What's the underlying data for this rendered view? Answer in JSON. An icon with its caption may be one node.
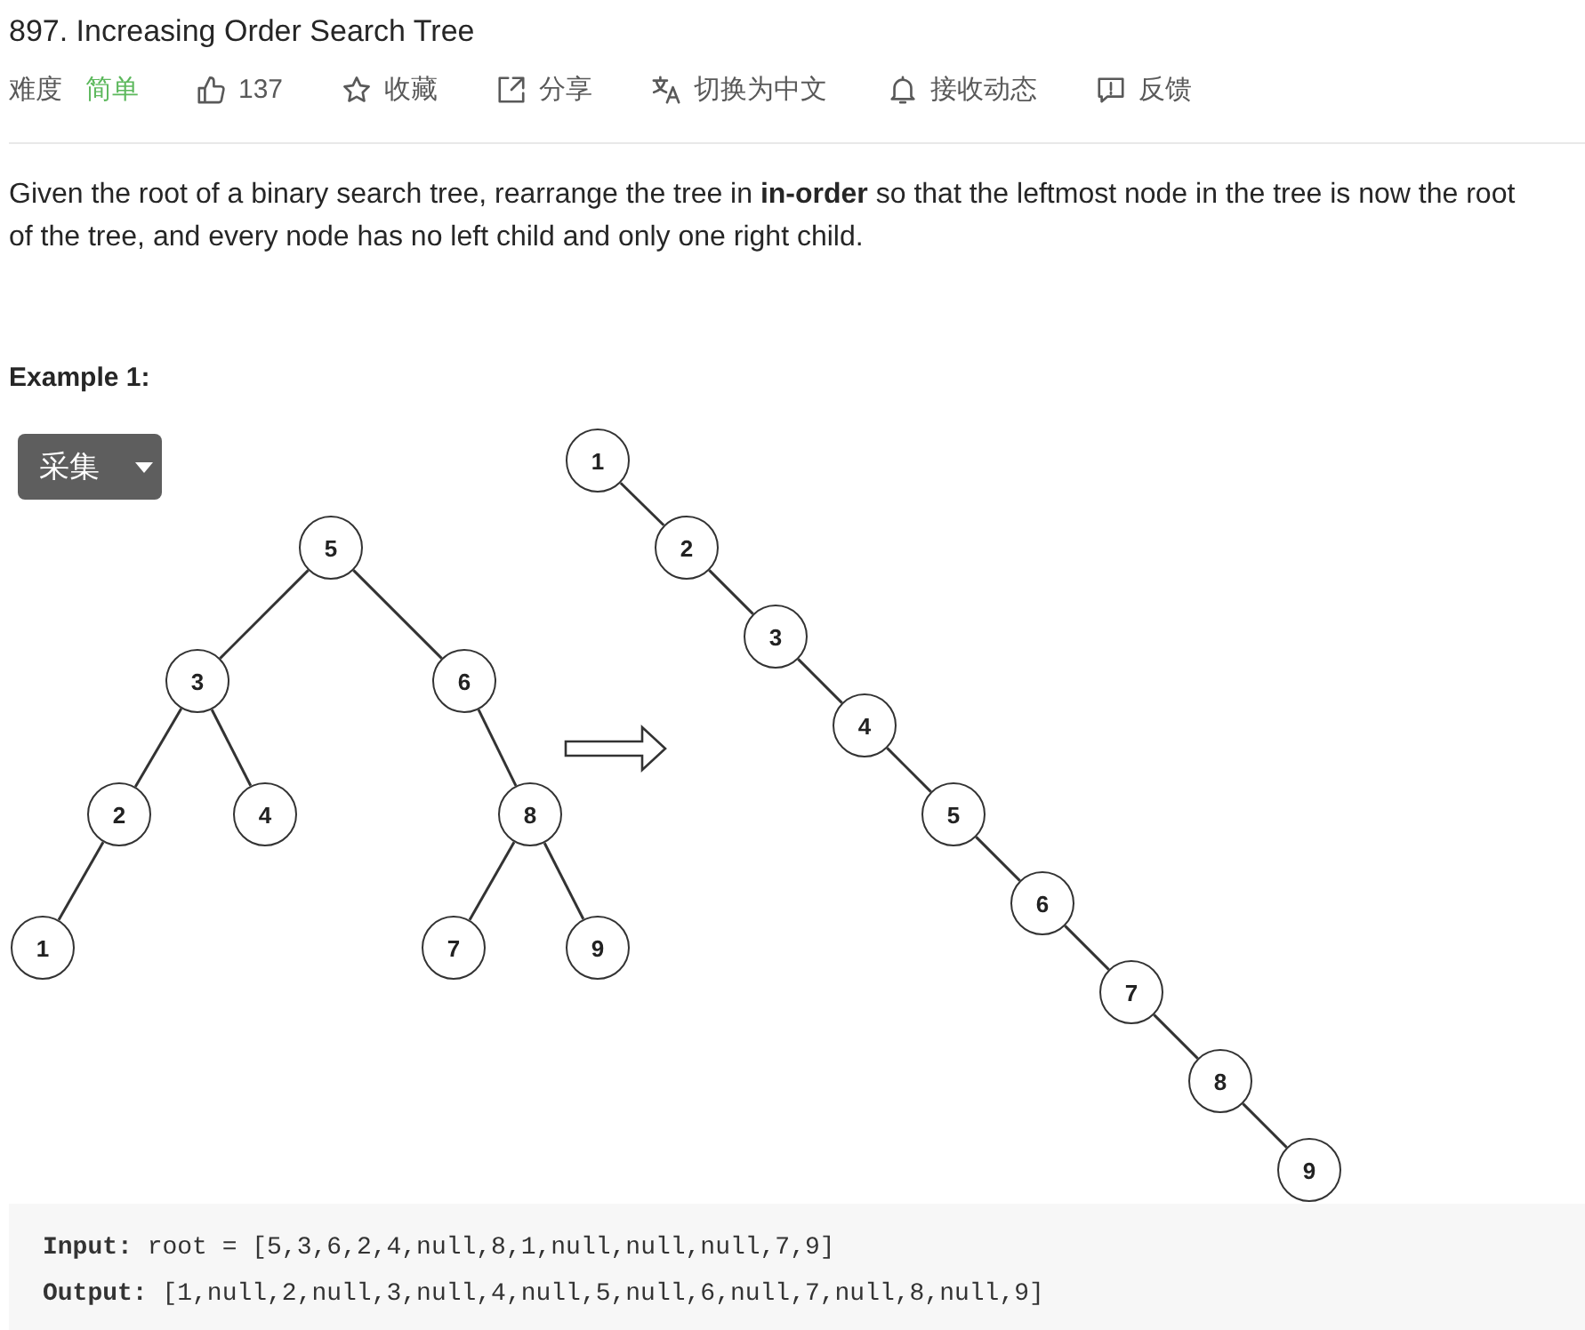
{
  "diagram": {
    "title": "897. Increasing Order Search Tree",
    "nodes": [
      {
        "text": [
          "5"
        ]
      },
      {
        "text": [
          "3"
        ]
      },
      {
        "text": [
          "6"
        ]
      },
      {
        "text": [
          "2"
        ]
      },
      {
        "text": [
          "4"
        ]
      },
      {
        "text": [
          "8"
        ]
      },
      {
        "text": [
          "1"
        ]
      },
      {
        "text": [
          "7"
        ]
      },
      {
        "text": [
          "9"
        ]
      },
      {
        "text": [
          "1"
        ]
      },
      {
        "text": [
          "2"
        ]
      },
      {
        "text": [
          "3"
        ]
      },
      {
        "text": [
          "4"
        ]
      },
      {
        "text": [
          "5"
        ]
      },
      {
        "text": [
          "6"
        ]
      },
      {
        "text": [
          "7"
        ]
      },
      {
        "text": [
          "8"
        ]
      },
      {
        "text": [
          "9"
        ]
      }
    ],
    "edges": [
      {
        "from": 0,
        "to": 1,
        "arrow": "none"
      },
      {
        "from": 0,
        "to": 2,
        "arrow": "none"
      },
      {
        "from": 1,
        "to": 3,
        "arrow": "none"
      },
      {
        "from": 1,
        "to": 4,
        "arrow": "none"
      },
      {
        "from": 2,
        "to": 5,
        "arrow": "none"
      },
      {
        "from": 3,
        "to": 6,
        "arrow": "none"
      },
      {
        "from": 5,
        "to": 7,
        "arrow": "none"
      },
      {
        "from": 5,
        "to": 8,
        "arrow": "none"
      },
      {
        "from": 9,
        "to": 10,
        "arrow": "none"
      },
      {
        "from": 10,
        "to": 11,
        "arrow": "none"
      },
      {
        "from": 11,
        "to": 12,
        "arrow": "none"
      },
      {
        "from": 12,
        "to": 13,
        "arrow": "none"
      },
      {
        "from": 13,
        "to": 14,
        "arrow": "none"
      },
      {
        "from": 14,
        "to": 15,
        "arrow": "none"
      },
      {
        "from": 15,
        "to": 16,
        "arrow": "none"
      },
      {
        "from": 16,
        "to": 17,
        "arrow": "none"
      }
    ],
    "labels": [
      "难度",
      "简单",
      "137",
      "收藏",
      "分享",
      "切换为中文",
      "接收动态",
      "反馈",
      "Given the root of a binary search tree, rearrange the tree in **in-order** so that the leftmost node in the tree is now the root of the tree, and every node has no left child and only one right child.",
      "Example 1:",
      "采集",
      "**Input:** root = [5,3,6,2,4,null,8,1,null,null,null,7,9]",
      "**Output:** [1,null,2,null,3,null,4,null,5,null,6,null,7,null,8,null,9]"
    ]
  }
}
